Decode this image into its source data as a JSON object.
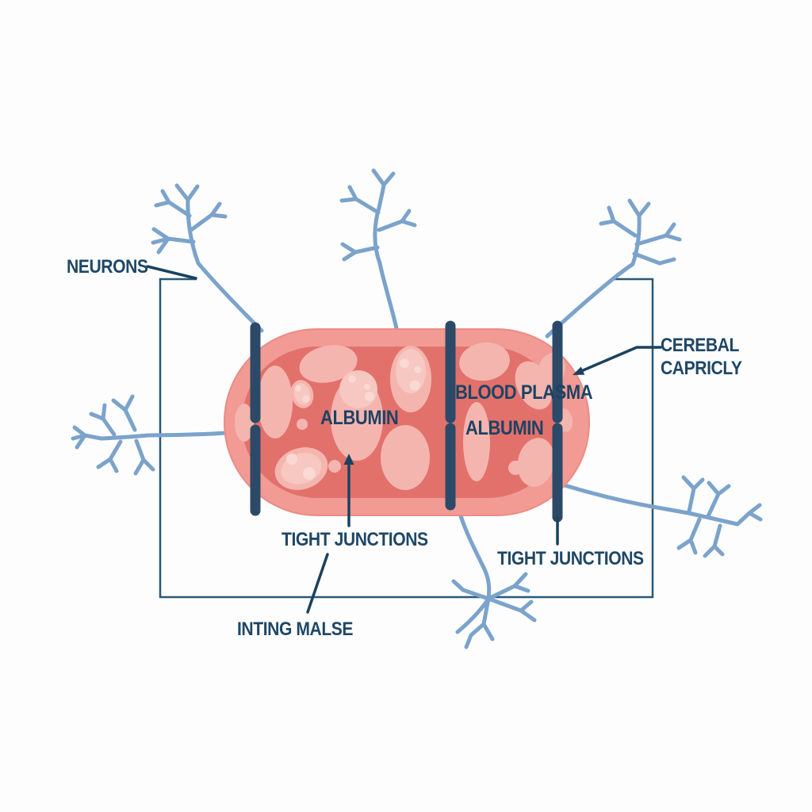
{
  "diagram": {
    "type": "blood-brain-barrier illustration",
    "labels": {
      "neurons": "NEURONS",
      "cerebral_line1": "CEREBAL",
      "cerebral_line2": "CAPRICLY",
      "blood_plasma": "BLOOD PLASMA",
      "albumin_center": "ALBUMIN",
      "albumin_right": "ALBUMIN",
      "tight_junctions_left": "TIGHT JUNCTIONS",
      "tight_junctions_right": "TIGHT JUNCTIONS",
      "interstitial": "INTING MALSE"
    },
    "colors": {
      "background": "#FDFDFE",
      "capillary_wall": "#F19B94",
      "capillary_wall_edge": "#EC8B84",
      "capillary_lumen": "#E2716C",
      "plasma_blob": "#F5B5AF",
      "plasma_blob_light": "#F7C7C1",
      "plasma_blob_dot": "#FAD9D4",
      "tight_junction": "#2C4A68",
      "neuron": "#7BA3CB",
      "boundary_box": "#2A5878",
      "pointer": "#1A4260",
      "label_text": "#1F4766"
    }
  }
}
